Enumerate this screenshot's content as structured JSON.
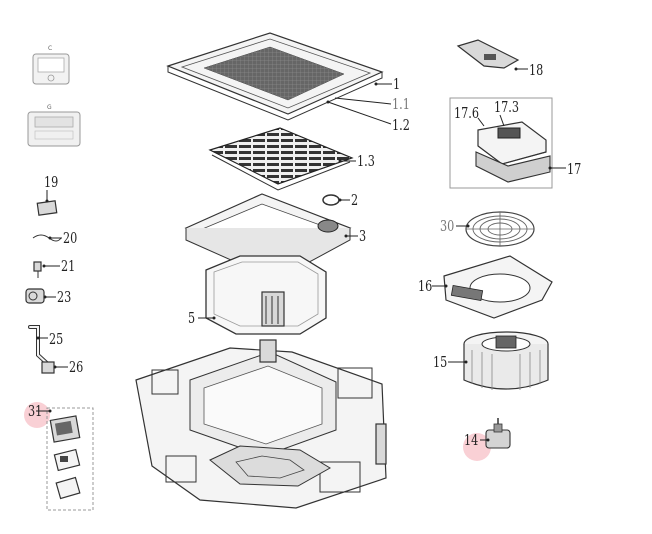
{
  "controllers": {
    "wired_controller_letter": "C",
    "remote_controller_letter": "G"
  },
  "callouts": {
    "c1": "1",
    "c1_1": "1.1",
    "c1_2": "1.2",
    "c1_3": "1.3",
    "c2": "2",
    "c3": "3",
    "c5": "5",
    "c14": "14",
    "c15": "15",
    "c16": "16",
    "c17": "17",
    "c17_3": "17.3",
    "c17_6": "17.6",
    "c18": "18",
    "c19": "19",
    "c20": "20",
    "c21": "21",
    "c23": "23",
    "c25": "25",
    "c26": "26",
    "c30": "30",
    "c31": "31"
  },
  "highlights": {
    "color": "#f4a9b3",
    "items": [
      "31",
      "14"
    ]
  }
}
